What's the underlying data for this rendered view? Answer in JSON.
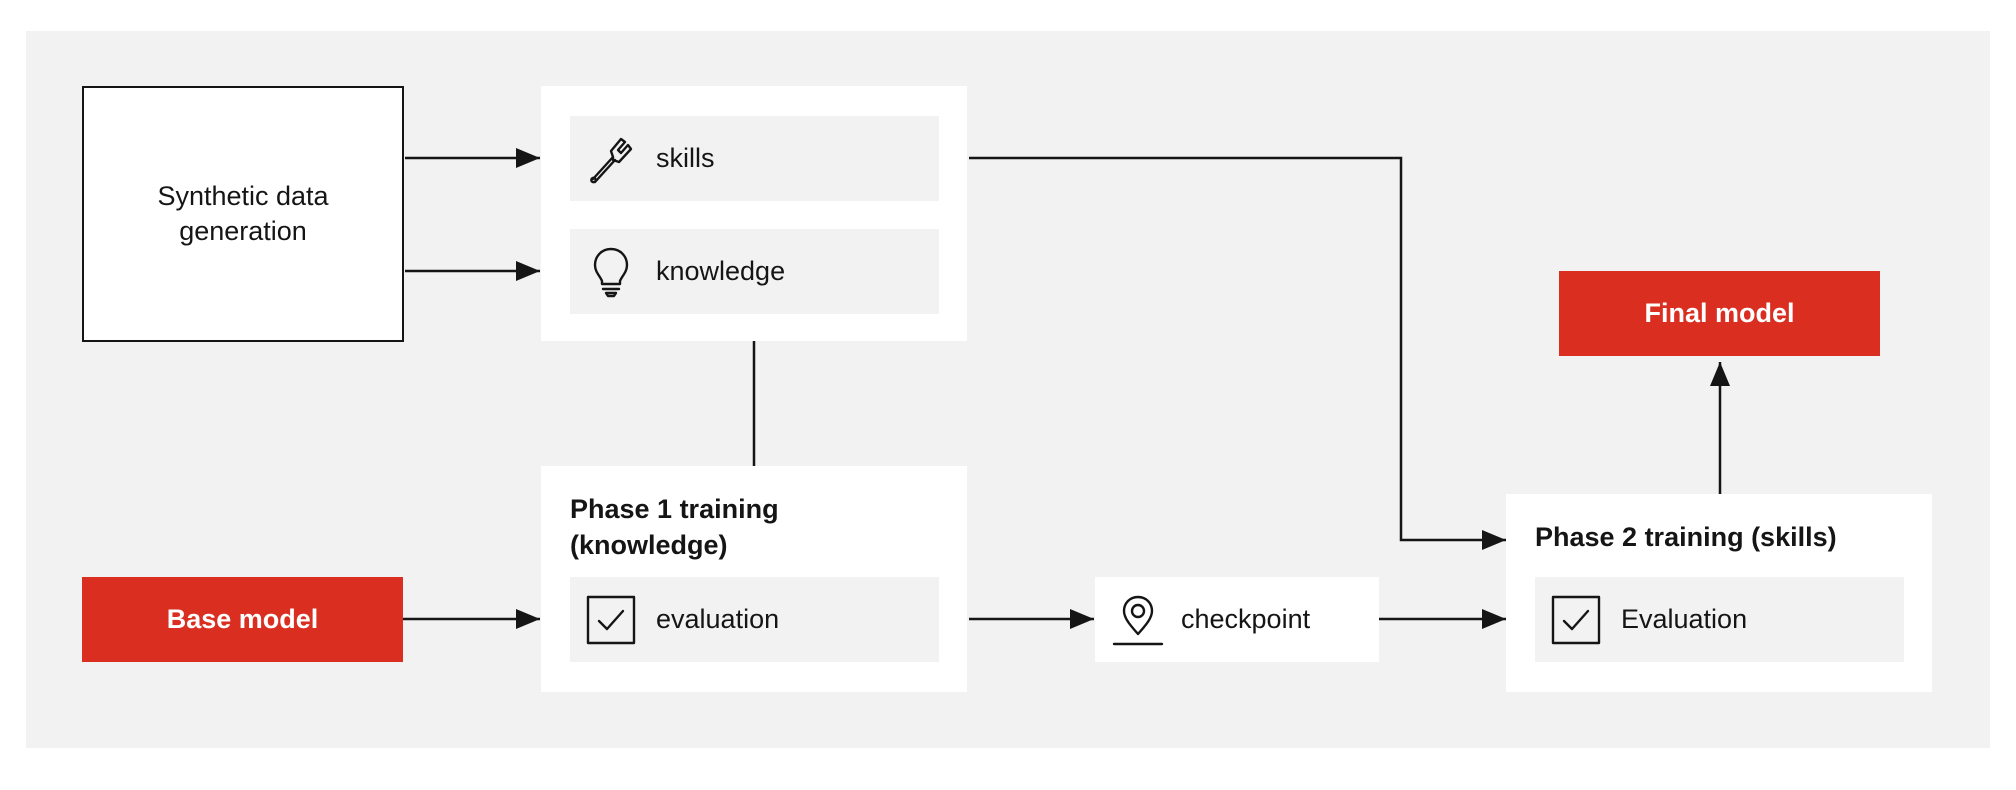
{
  "synthetic": {
    "label": "Synthetic data generation"
  },
  "data_group": {
    "skills": {
      "label": "skills",
      "icon": "wrench-icon"
    },
    "knowledge": {
      "label": "knowledge",
      "icon": "lightbulb-icon"
    }
  },
  "base_model": {
    "label": "Base model"
  },
  "phase1": {
    "title_line1": "Phase 1 training",
    "title_line2": "(knowledge)",
    "evaluation": {
      "label": "evaluation",
      "icon": "checkbox-icon"
    }
  },
  "checkpoint": {
    "label": "checkpoint",
    "icon": "location-pin-icon"
  },
  "phase2": {
    "title": "Phase 2 training (skills)",
    "evaluation": {
      "label": "Evaluation",
      "icon": "checkbox-icon"
    }
  },
  "final_model": {
    "label": "Final model"
  },
  "colors": {
    "panel": "#f2f2f2",
    "accent_red": "#da2e21",
    "line": "#151515",
    "card": "#ffffff"
  }
}
